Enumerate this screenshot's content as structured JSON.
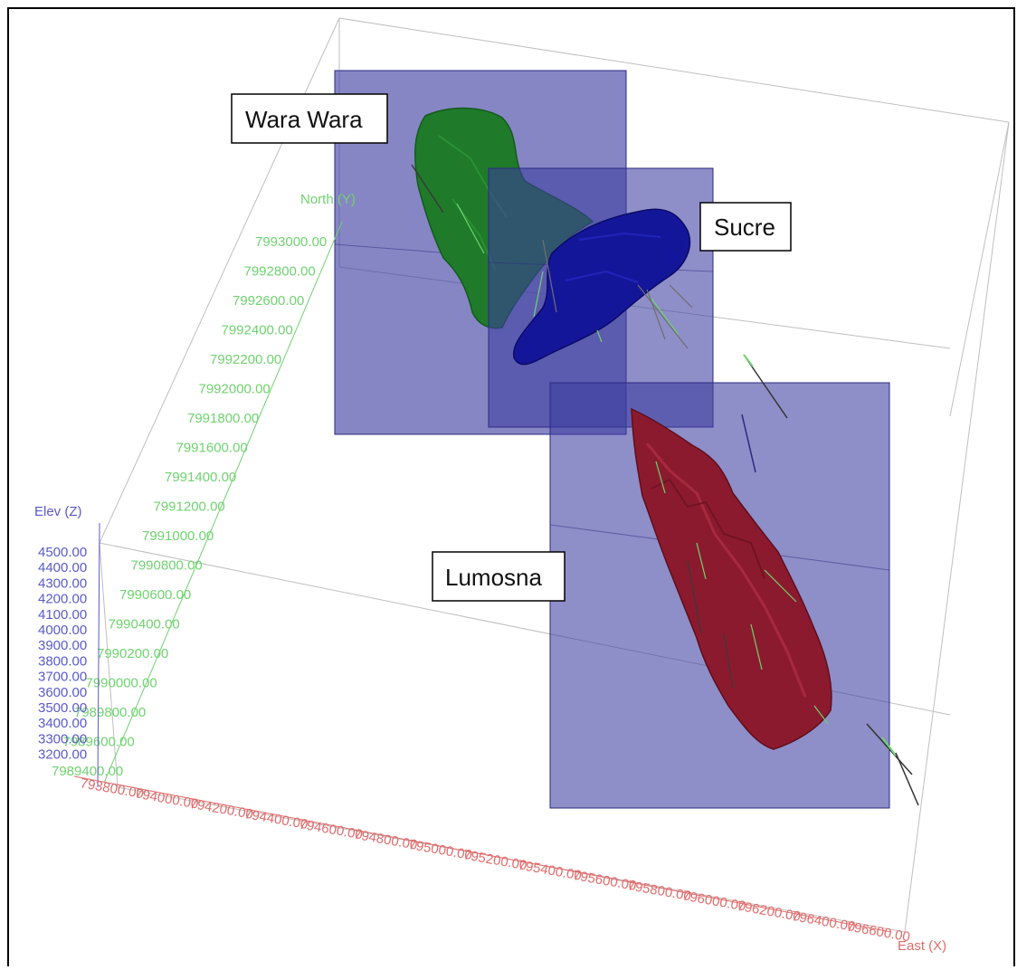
{
  "labels": {
    "wara_wara": "Wara Wara",
    "sucre": "Sucre",
    "lumosna": "Lumosna"
  },
  "axes": {
    "north_title": "North (Y)",
    "elev_title": "Elev (Z)",
    "east_title": "East (X)",
    "north_ticks": [
      "7993000.00",
      "7992800.00",
      "7992600.00",
      "7992400.00",
      "7992200.00",
      "7992000.00",
      "7991800.00",
      "7991600.00",
      "7991400.00",
      "7991200.00",
      "7991000.00",
      "7990800.00",
      "7990600.00",
      "7990400.00",
      "7990200.00",
      "7990000.00",
      "7989800.00",
      "7989600.00",
      "7989400.00"
    ],
    "elev_ticks": [
      "4500.00",
      "4400.00",
      "4300.00",
      "4200.00",
      "4100.00",
      "4000.00",
      "3900.00",
      "3800.00",
      "3700.00",
      "3600.00",
      "3500.00",
      "3400.00",
      "3300.00",
      "3200.00"
    ],
    "east_ticks": [
      "793800.00",
      "794000.00",
      "794200.00",
      "794400.00",
      "794600.00",
      "794800.00",
      "795000.00",
      "795200.00",
      "795400.00",
      "795600.00",
      "795800.00",
      "796000.00",
      "796200.00",
      "796400.00",
      "796600.00"
    ]
  },
  "colors": {
    "north_axis": "#6fd36f",
    "elev_axis": "#5a5ac8",
    "east_axis": "#e06c6c",
    "box_fill": "#3c3ca0",
    "wara_wara_body": "#1f7a2a",
    "sucre_body": "#14169a",
    "lumosna_body": "#8c1a2e"
  }
}
